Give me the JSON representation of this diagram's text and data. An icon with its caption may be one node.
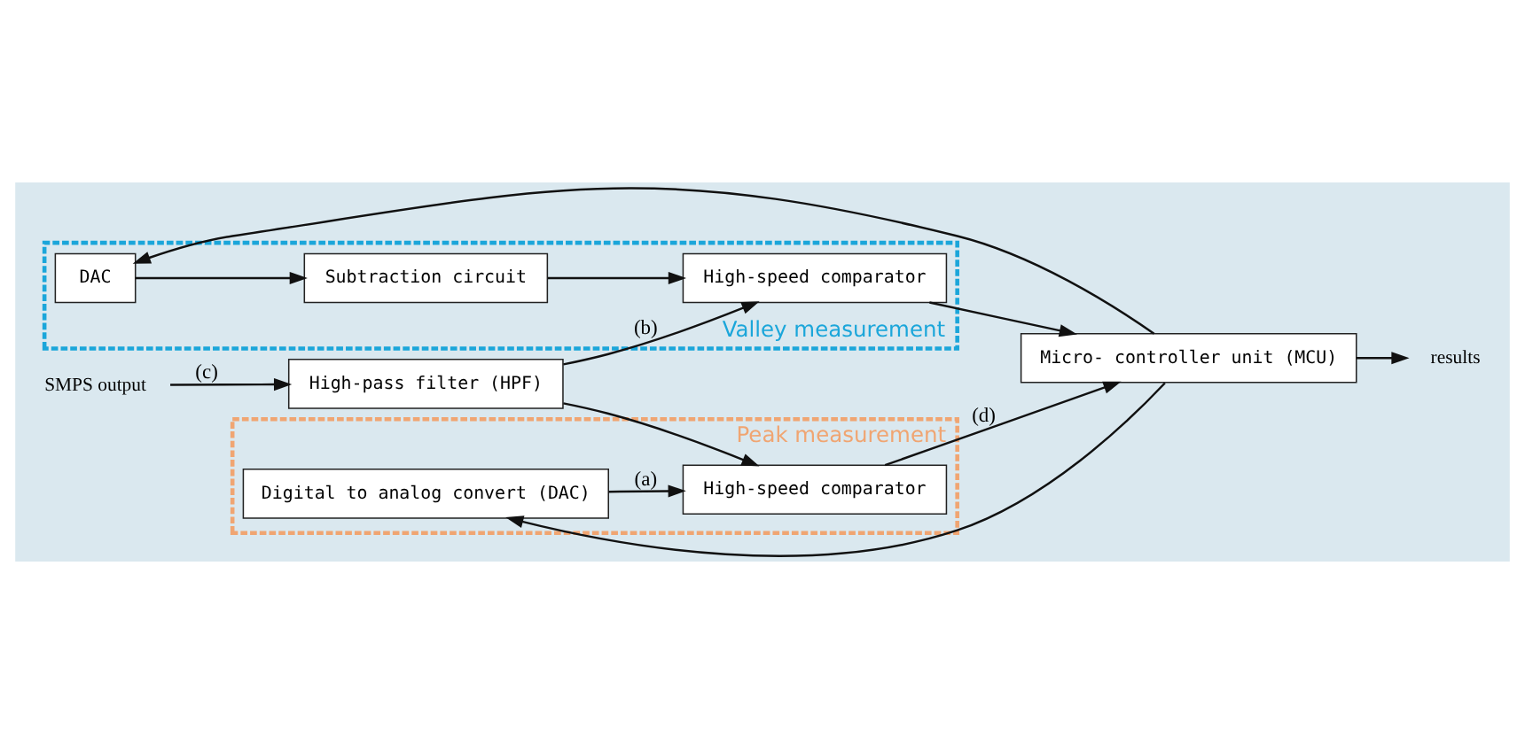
{
  "diagram": {
    "nodes": [
      {
        "text": [
          "Valley measurement"
        ]
      },
      {
        "text": [
          "DAC"
        ],
        "in": 0
      },
      {
        "text": [
          "Subtraction circuit"
        ],
        "in": 0
      },
      {
        "text": [
          "High-speed comparator"
        ],
        "in": 0
      },
      {
        "text": [
          "High-pass filter (HPF)"
        ]
      },
      {
        "text": [
          "Micro- controller unit (MCU)"
        ]
      },
      {
        "text": [
          "Peak measurement"
        ]
      },
      {
        "text": [
          "Digital to analog convert (DAC)"
        ],
        "in": 6
      },
      {
        "text": [
          "High-speed comparator"
        ],
        "in": 6
      },
      {
        "text": [
          "SMPS output"
        ]
      },
      {
        "text": [
          "results"
        ]
      }
    ],
    "edges": [
      {
        "from": 9,
        "to": 4,
        "arrow": "to",
        "label": "(c)"
      },
      {
        "from": 1,
        "to": 2,
        "arrow": "to"
      },
      {
        "from": 2,
        "to": 3,
        "arrow": "to"
      },
      {
        "from": 4,
        "to": 3,
        "arrow": "to",
        "label": "(b)"
      },
      {
        "from": 4,
        "to": 8,
        "arrow": "to"
      },
      {
        "from": 7,
        "to": 8,
        "arrow": "to",
        "label": "(a)"
      },
      {
        "from": 3,
        "to": 5,
        "arrow": "to"
      },
      {
        "from": 8,
        "to": 5,
        "arrow": "to",
        "label": "(d)"
      },
      {
        "from": 5,
        "to": 1,
        "arrow": "to"
      },
      {
        "from": 5,
        "to": 7,
        "arrow": "to"
      },
      {
        "from": 5,
        "to": 10,
        "arrow": "to"
      }
    ]
  }
}
